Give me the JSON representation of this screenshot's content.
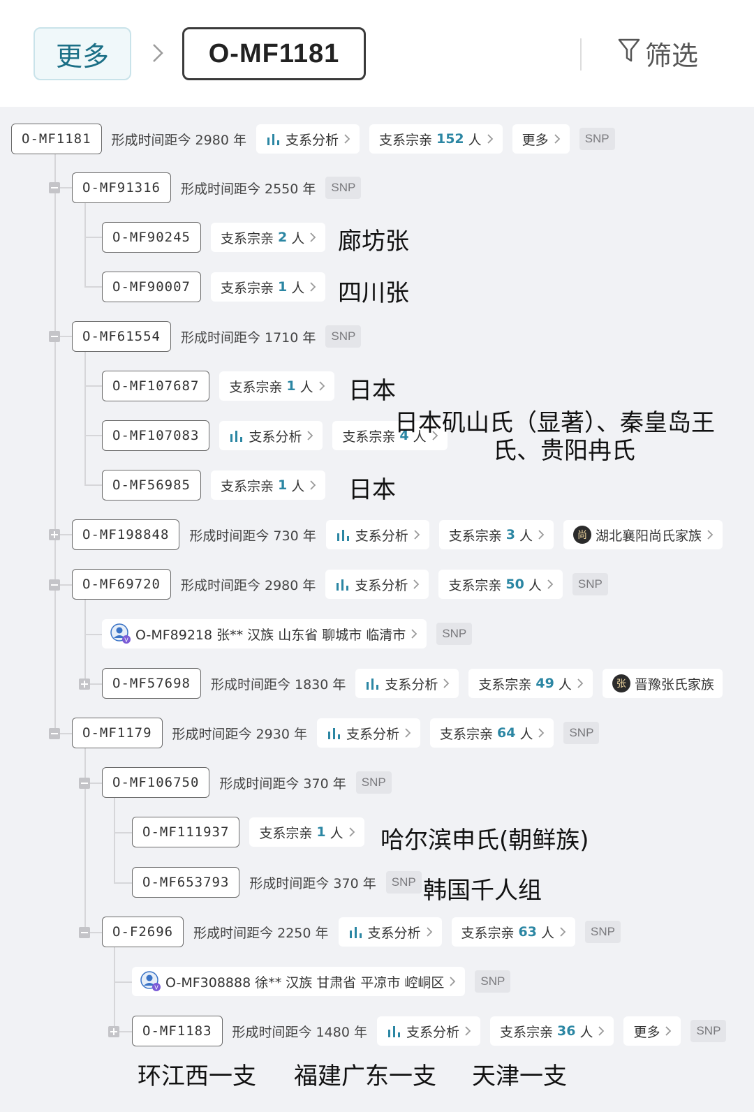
{
  "header": {
    "breadcrumb_more": "更多",
    "breadcrumb_current": "O-MF1181",
    "filter_label": "筛选"
  },
  "labels": {
    "branch_analysis": "支系分析",
    "branch_relatives_prefix": "支系宗亲",
    "person_unit": "人",
    "more": "更多",
    "snp": "SNP"
  },
  "nodes": {
    "n1181": {
      "id": "O-MF1181",
      "age": "形成时间距今 2980 年",
      "relatives": "152"
    },
    "n91316": {
      "id": "O-MF91316",
      "age": "形成时间距今 2550 年"
    },
    "n90245": {
      "id": "O-MF90245",
      "relatives": "2"
    },
    "n90007": {
      "id": "O-MF90007",
      "relatives": "1"
    },
    "n61554": {
      "id": "O-MF61554",
      "age": "形成时间距今 1710 年"
    },
    "n107687": {
      "id": "O-MF107687",
      "relatives": "1"
    },
    "n107083": {
      "id": "O-MF107083",
      "relatives": "4"
    },
    "n56985": {
      "id": "O-MF56985",
      "relatives": "1"
    },
    "n198848": {
      "id": "O-MF198848",
      "age": "形成时间距今 730 年",
      "relatives": "3",
      "family": "湖北襄阳尚氏家族",
      "family_avatar": "尚"
    },
    "n69720": {
      "id": "O-MF69720",
      "age": "形成时间距今 2980 年",
      "relatives": "50"
    },
    "n89218": {
      "text": "O-MF89218 张** 汉族 山东省 聊城市 临清市"
    },
    "n57698": {
      "id": "O-MF57698",
      "age": "形成时间距今 1830 年",
      "relatives": "49",
      "family": "晋豫张氏家族",
      "family_avatar": "张"
    },
    "n1179": {
      "id": "O-MF1179",
      "age": "形成时间距今 2930 年",
      "relatives": "64"
    },
    "n106750": {
      "id": "O-MF106750",
      "age": "形成时间距今 370 年"
    },
    "n111937": {
      "id": "O-MF111937",
      "relatives": "1"
    },
    "n653793": {
      "id": "O-MF653793",
      "age": "形成时间距今 370 年"
    },
    "f2696": {
      "id": "O-F2696",
      "age": "形成时间距今 2250 年",
      "relatives": "63"
    },
    "n308888": {
      "text": "O-MF308888 徐** 汉族 甘肃省 平凉市 崆峒区"
    },
    "n1183": {
      "id": "O-MF1183",
      "age": "形成时间距今 1480 年",
      "relatives": "36"
    }
  },
  "annotations": {
    "a1": "廊坊张",
    "a2": "四川张",
    "a3": "日本",
    "a4_line1": "日本矶山氏（显著）、秦皇岛王",
    "a4_line2": "氏、贵阳冉氏",
    "a5": "日本",
    "a6": "哈尔滨申氏(朝鲜族)",
    "a7": "韩国千人组",
    "a8": "环江西一支",
    "a9": "福建广东一支",
    "a10": "天津一支"
  },
  "icons": {
    "breadcrumb_chevron": "chevron-right-icon",
    "filter": "filter-funnel-icon",
    "analysis": "bar-chart-icon",
    "chip_chevron": "chevron-right-icon",
    "tree_toggle": "collapse-expand-icon",
    "user": "user-avatar-icon"
  },
  "colors": {
    "accent": "#2b86a3",
    "background": "#f1f2f5"
  }
}
